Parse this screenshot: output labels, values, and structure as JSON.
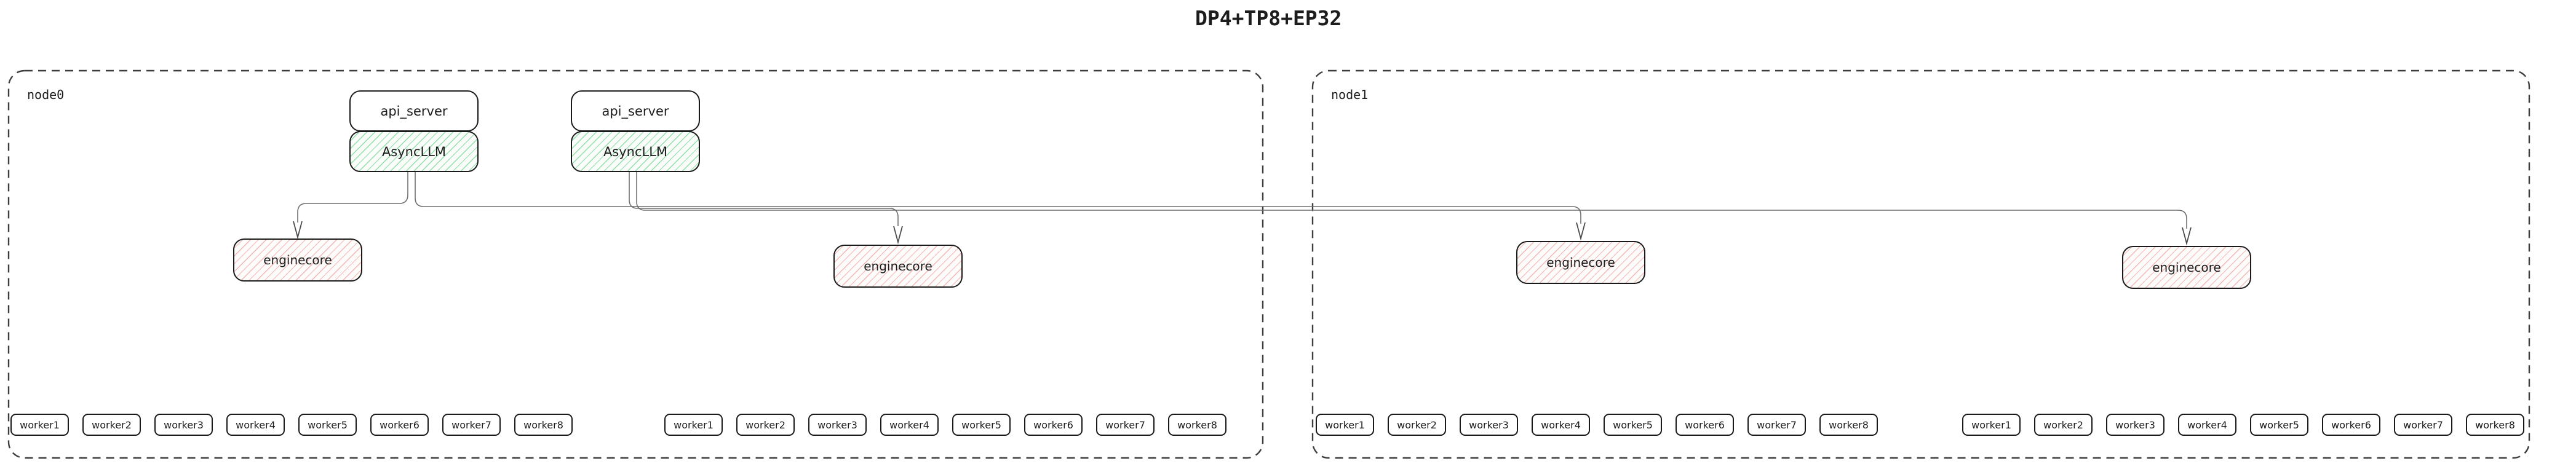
{
  "title": "DP4+TP8+EP32",
  "colors": {
    "background": "#ffffff",
    "box_border": "#1a1a1a",
    "async_llm_hatch_green": "#8fdfa6",
    "enginecore_hatch_red": "#f2b7b2",
    "edge_line_gray": "#6f6f6f",
    "node_dashed_border": "#3d3d3d",
    "text": "#1c1c1c"
  },
  "node0": {
    "label": "node0",
    "api_servers": [
      {
        "label": "api_server",
        "async_llm_label": "AsyncLLM"
      },
      {
        "label": "api_server",
        "async_llm_label": "AsyncLLM"
      }
    ],
    "enginecores": [
      "enginecore",
      "enginecore"
    ],
    "worker_rows": [
      [
        "worker1",
        "worker2",
        "worker3",
        "worker4",
        "worker5",
        "worker6",
        "worker7",
        "worker8"
      ],
      [
        "worker1",
        "worker2",
        "worker3",
        "worker4",
        "worker5",
        "worker6",
        "worker7",
        "worker8"
      ]
    ]
  },
  "node1": {
    "label": "node1",
    "enginecores": [
      "enginecore",
      "enginecore"
    ],
    "worker_rows": [
      [
        "worker1",
        "worker2",
        "worker3",
        "worker4",
        "worker5",
        "worker6",
        "worker7",
        "worker8"
      ],
      [
        "worker1",
        "worker2",
        "worker3",
        "worker4",
        "worker5",
        "worker6",
        "worker7",
        "worker8"
      ]
    ]
  },
  "edges": [
    {
      "from": "node0 AsyncLLM 1",
      "to": "node0 enginecore 1"
    },
    {
      "from": "node0 AsyncLLM 1",
      "to": "node1 enginecore 1"
    },
    {
      "from": "node0 AsyncLLM 2",
      "to": "node0 enginecore 2"
    },
    {
      "from": "node0 AsyncLLM 2",
      "to": "node1 enginecore 2"
    }
  ]
}
